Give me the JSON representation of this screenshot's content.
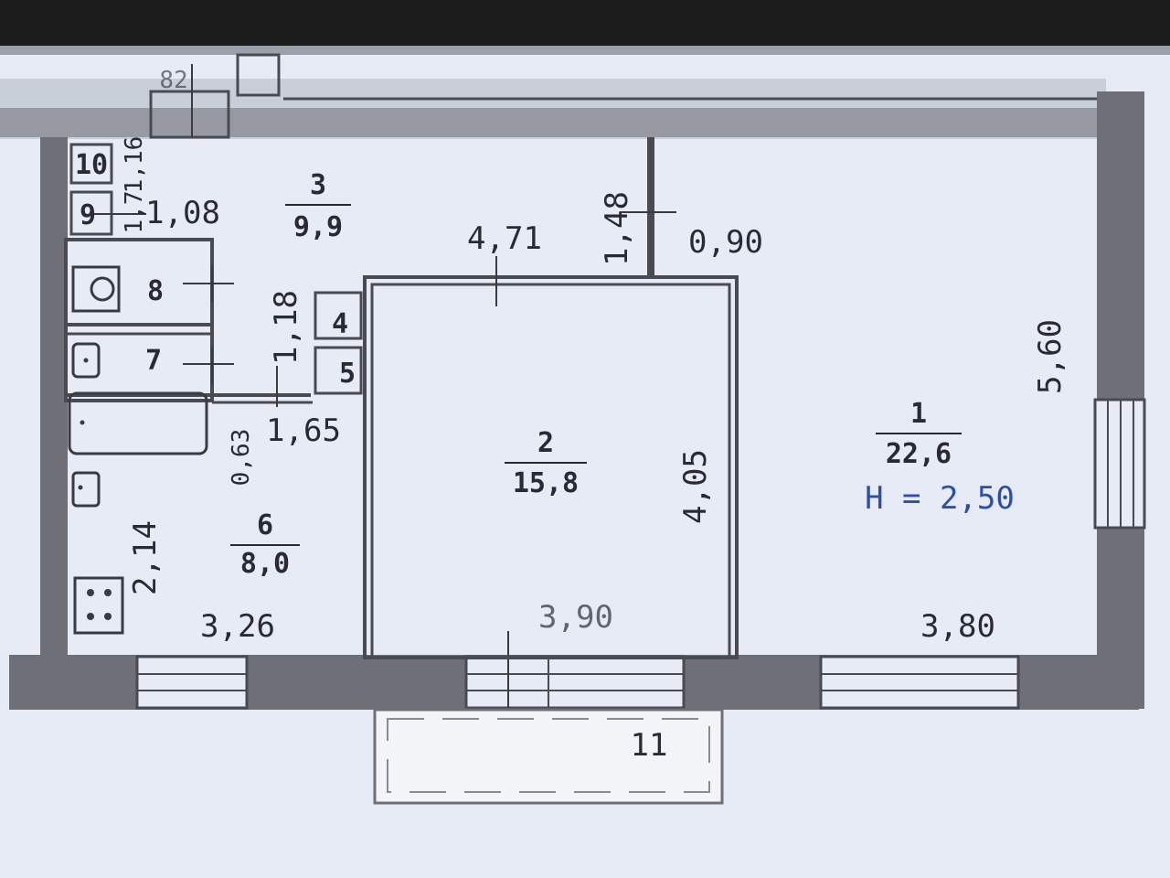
{
  "rooms": {
    "r1": {
      "number": "1",
      "area": "22,6"
    },
    "r2": {
      "number": "2",
      "area": "15,8"
    },
    "r3": {
      "number": "3",
      "area": "9,9"
    },
    "r4": {
      "number": "4"
    },
    "r5": {
      "number": "5"
    },
    "r6": {
      "number": "6",
      "area": "8,0"
    },
    "r7": {
      "number": "7"
    },
    "r8": {
      "number": "8"
    },
    "r9": {
      "number": "9"
    },
    "r10": {
      "number": "10"
    },
    "r11": {
      "number": "11"
    }
  },
  "ceiling_height": "H = 2,50",
  "dimensions": {
    "d_471": "4,71",
    "d_148": "1,48",
    "d_090": "0,90",
    "d_560": "5,60",
    "d_118": "1,18",
    "d_165": "1,65",
    "d_063": "0,63",
    "d_214": "2,14",
    "d_326": "3,26",
    "d_390": "3,90",
    "d_380": "3,80",
    "d_405": "4,05",
    "d_108": "1,08",
    "d_116": "1,16",
    "d_17": "1,7",
    "d_top": "82"
  },
  "colors": {
    "background": "#e6ebf6",
    "wall": "#6f6f78",
    "text": "#2a2a34",
    "height_text": "#2d4fa8"
  }
}
